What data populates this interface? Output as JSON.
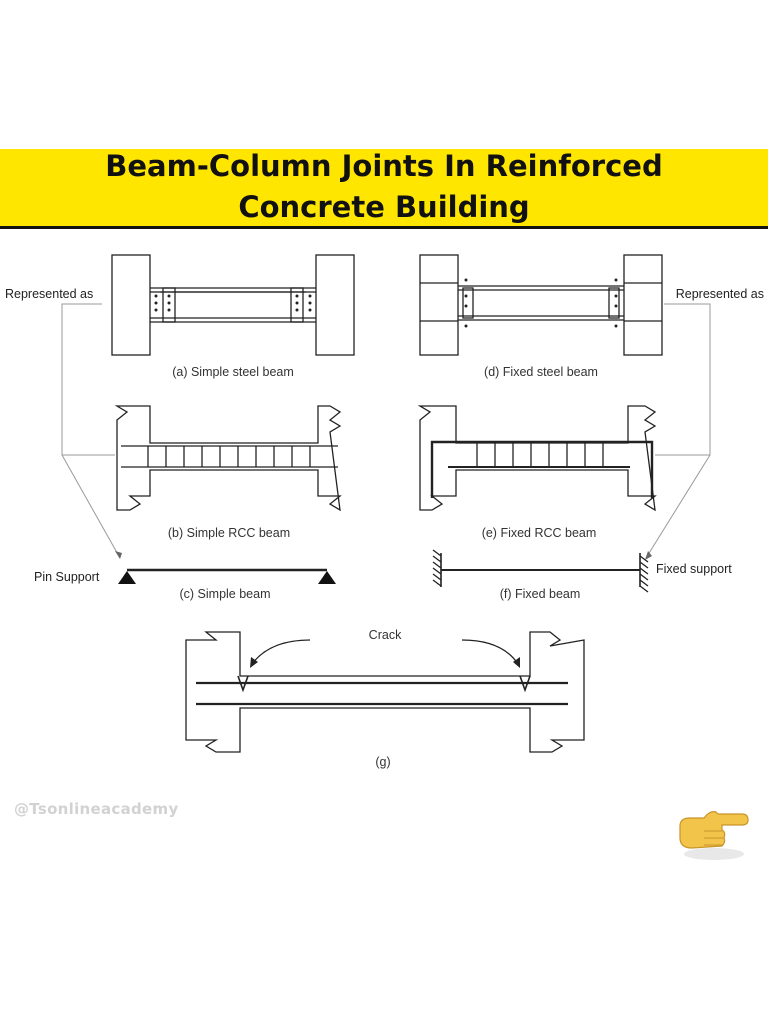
{
  "title": {
    "line1": "Beam-Column Joints In Reinforced",
    "line2": "Concrete Building"
  },
  "labels": {
    "a": "(a) Simple steel beam",
    "b": "(b) Simple RCC beam",
    "c": "(c) Simple beam",
    "d": "(d) Fixed steel beam",
    "e": "(e) Fixed RCC beam",
    "f": "(f) Fixed beam",
    "g": "(g)",
    "represented_left": "Represented as",
    "represented_right": "Represented as",
    "pin_support": "Pin Support",
    "fixed_support": "Fixed support",
    "crack": "Crack"
  },
  "watermark": "@Tsonlineacademy",
  "colors": {
    "banner": "#ffe600",
    "ink": "#111111",
    "hand": "#f3c44a"
  },
  "icons": {
    "pointer": "pointing-hand-icon"
  }
}
